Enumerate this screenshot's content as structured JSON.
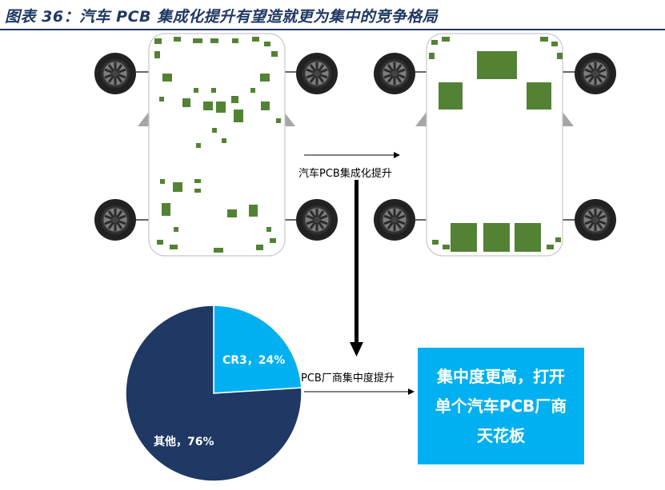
{
  "header": {
    "title": "图表 36：汽车 PCB 集成化提升有望造就更为集中的竞争格局"
  },
  "arrows": {
    "integration_label": "汽车PCB集成化提升",
    "concentration_label": "PCB厂商集中度提升"
  },
  "chart_data": {
    "type": "pie",
    "slices": [
      {
        "label": "CR3，24%",
        "value": 24,
        "color": "#00b0f0"
      },
      {
        "label": "其他，76%",
        "value": 76,
        "color": "#1f3864"
      }
    ]
  },
  "callout": {
    "lines": [
      "集中度更高，打开",
      "单个汽车PCB厂商",
      "天花板"
    ]
  },
  "colors": {
    "accent": "#00b0f0",
    "navy": "#1f3864",
    "board_green": "#548235"
  }
}
